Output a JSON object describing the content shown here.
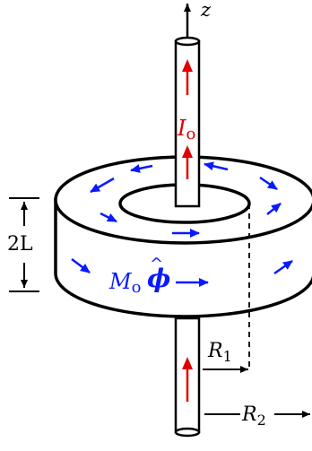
{
  "labels": {
    "axis": "z",
    "current_symbol": "I",
    "current_sub": "o",
    "magnetization_symbol": "M",
    "magnetization_sub": "o",
    "unit_vector": "ϕ",
    "unit_hat": "^",
    "height": "2L",
    "inner_radius_symbol": "R",
    "inner_radius_sub": "1",
    "outer_radius_symbol": "R",
    "outer_radius_sub": "2"
  },
  "colors": {
    "current": "#e00000",
    "magnetization": "#0a1aff",
    "line": "#000000",
    "fill": "#ffffff"
  }
}
